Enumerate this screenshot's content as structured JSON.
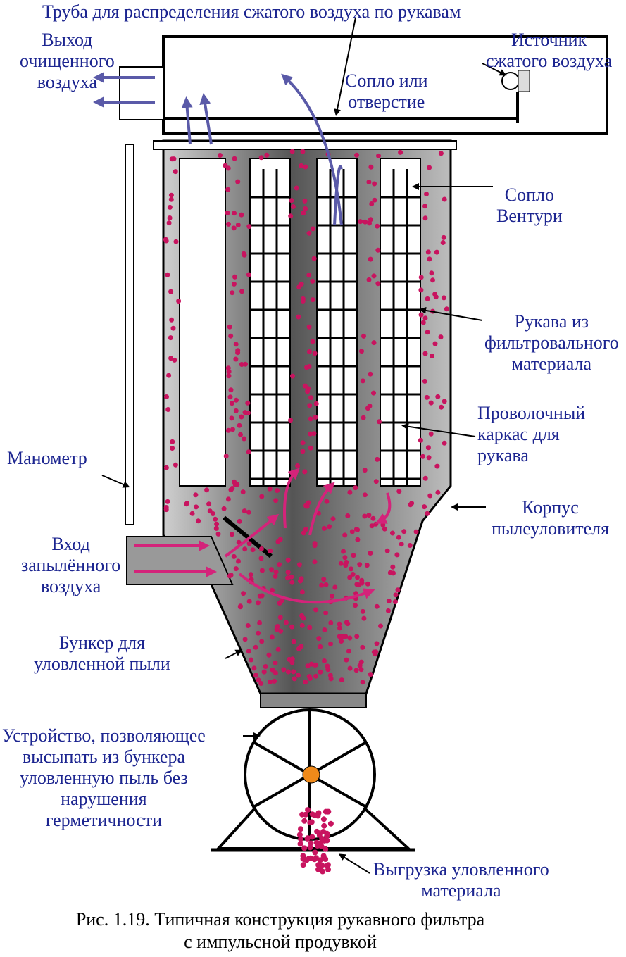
{
  "colors": {
    "label": "#1c2590",
    "dust": "#c8145f",
    "flow_arrow": "#d4237a",
    "clean_arrow": "#5a5aa8",
    "motor": "#f08a1a"
  },
  "labels": {
    "pipe": "Труба для распределения сжатого воздуха по рукавам",
    "outlet": [
      "Выход",
      "очищенного",
      "воздуха"
    ],
    "source": [
      "Источник",
      "сжатого воздуха"
    ],
    "nozzle": [
      "Сопло или",
      "отверстие"
    ],
    "venturi": [
      "Сопло",
      "Вентури"
    ],
    "bags": [
      "Рукава из",
      "фильтровального",
      "материала"
    ],
    "cage": [
      "Проволочный",
      "каркас для",
      "рукава"
    ],
    "manometer": "Манометр",
    "housing": [
      "Корпус",
      "пылеуловителя"
    ],
    "inlet": [
      "Вход",
      "запылённого",
      "воздуха"
    ],
    "hopper": [
      "Бункер для",
      "уловленной пыли"
    ],
    "valve": [
      "Устройство, позволяющее",
      "высыпать из бункера",
      "уловленную пыль без",
      "нарушения",
      "герметичности"
    ],
    "discharge": [
      "Выгрузка уловленного",
      "материала"
    ]
  },
  "caption": [
    "Рис. 1.19. Типичная конструкция рукавного фильтра",
    "с импульсной продувкой"
  ]
}
